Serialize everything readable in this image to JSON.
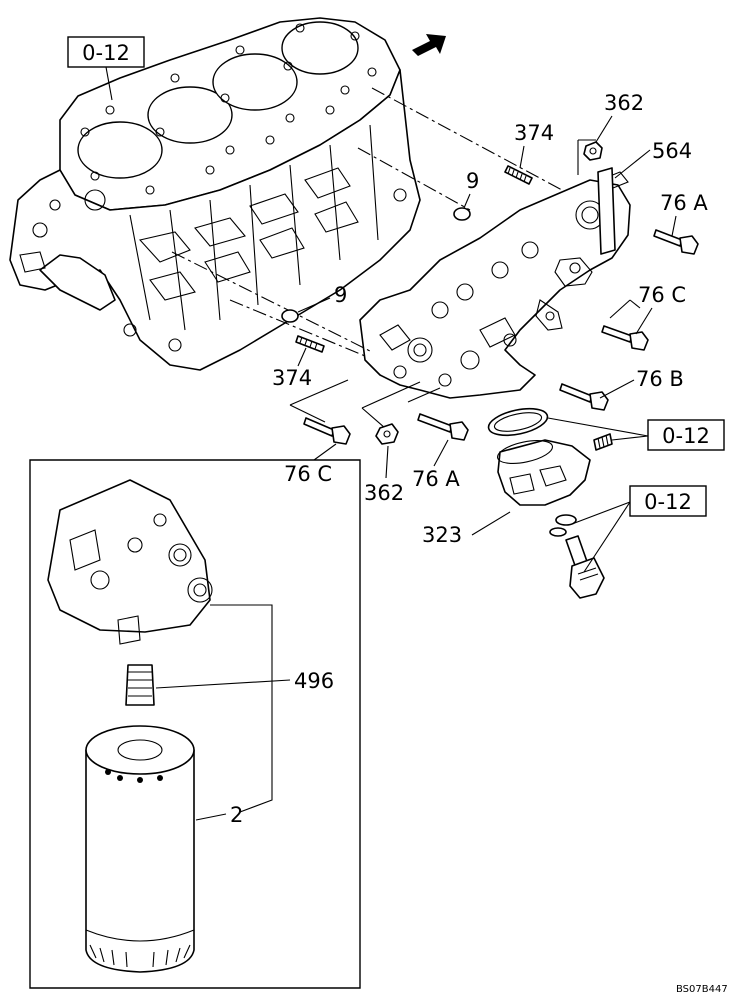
{
  "references": {
    "block": "0-12",
    "seal_ring": "0-12",
    "drain_plug": "0-12"
  },
  "callouts": {
    "p362_top": "362",
    "p374_top": "374",
    "p564": "564",
    "p9_top": "9",
    "p76a_right": "76 A",
    "p76c_right": "76 C",
    "p9_left": "9",
    "p374_left": "374",
    "p76b": "76 B",
    "p76c_bottom": "76 C",
    "p362_bottom": "362",
    "p76a_bottom": "76 A",
    "p323": "323",
    "p496": "496",
    "p2": "2"
  },
  "drawing_code": "BS07B447",
  "icons": {
    "direction": "front-direction-arrow-icon"
  }
}
